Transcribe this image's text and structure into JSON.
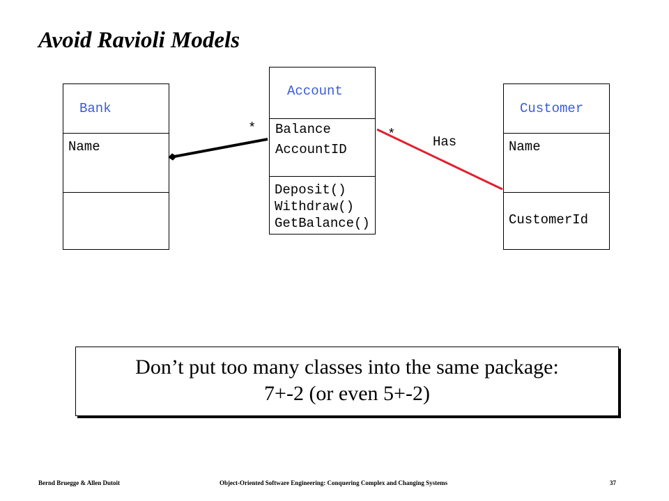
{
  "title": "Avoid Ravioli  Models",
  "classes": {
    "bank": {
      "name": "Bank",
      "attributes": [
        "Name"
      ],
      "operations": []
    },
    "account": {
      "name": "Account",
      "attributes": [
        "Balance",
        "AccountID"
      ],
      "operations": [
        "Deposit()",
        "Withdraw()",
        "GetBalance()"
      ]
    },
    "customer": {
      "name": "Customer",
      "attributes": [
        "Name"
      ],
      "operations": [
        "CustomerId"
      ]
    }
  },
  "associations": {
    "bank_account": {
      "multiplicity_account_end": "*",
      "color": "#000000",
      "kind": "aggregation"
    },
    "account_customer": {
      "multiplicity_account_end": "*",
      "label": "Has",
      "color": "#e0202e"
    }
  },
  "note": {
    "line1": "Don’t put too many classes into the same package:",
    "line2": "7+-2 (or even 5+-2)"
  },
  "footer": {
    "authors": "Bernd Bruegge & Allen Dutoit",
    "book": "Object-Oriented Software Engineering: Conquering Complex and Changing Systems",
    "page": "37"
  },
  "colors": {
    "class_name": "#3a5bd9",
    "line_black": "#000000",
    "line_red": "#e0202e"
  }
}
